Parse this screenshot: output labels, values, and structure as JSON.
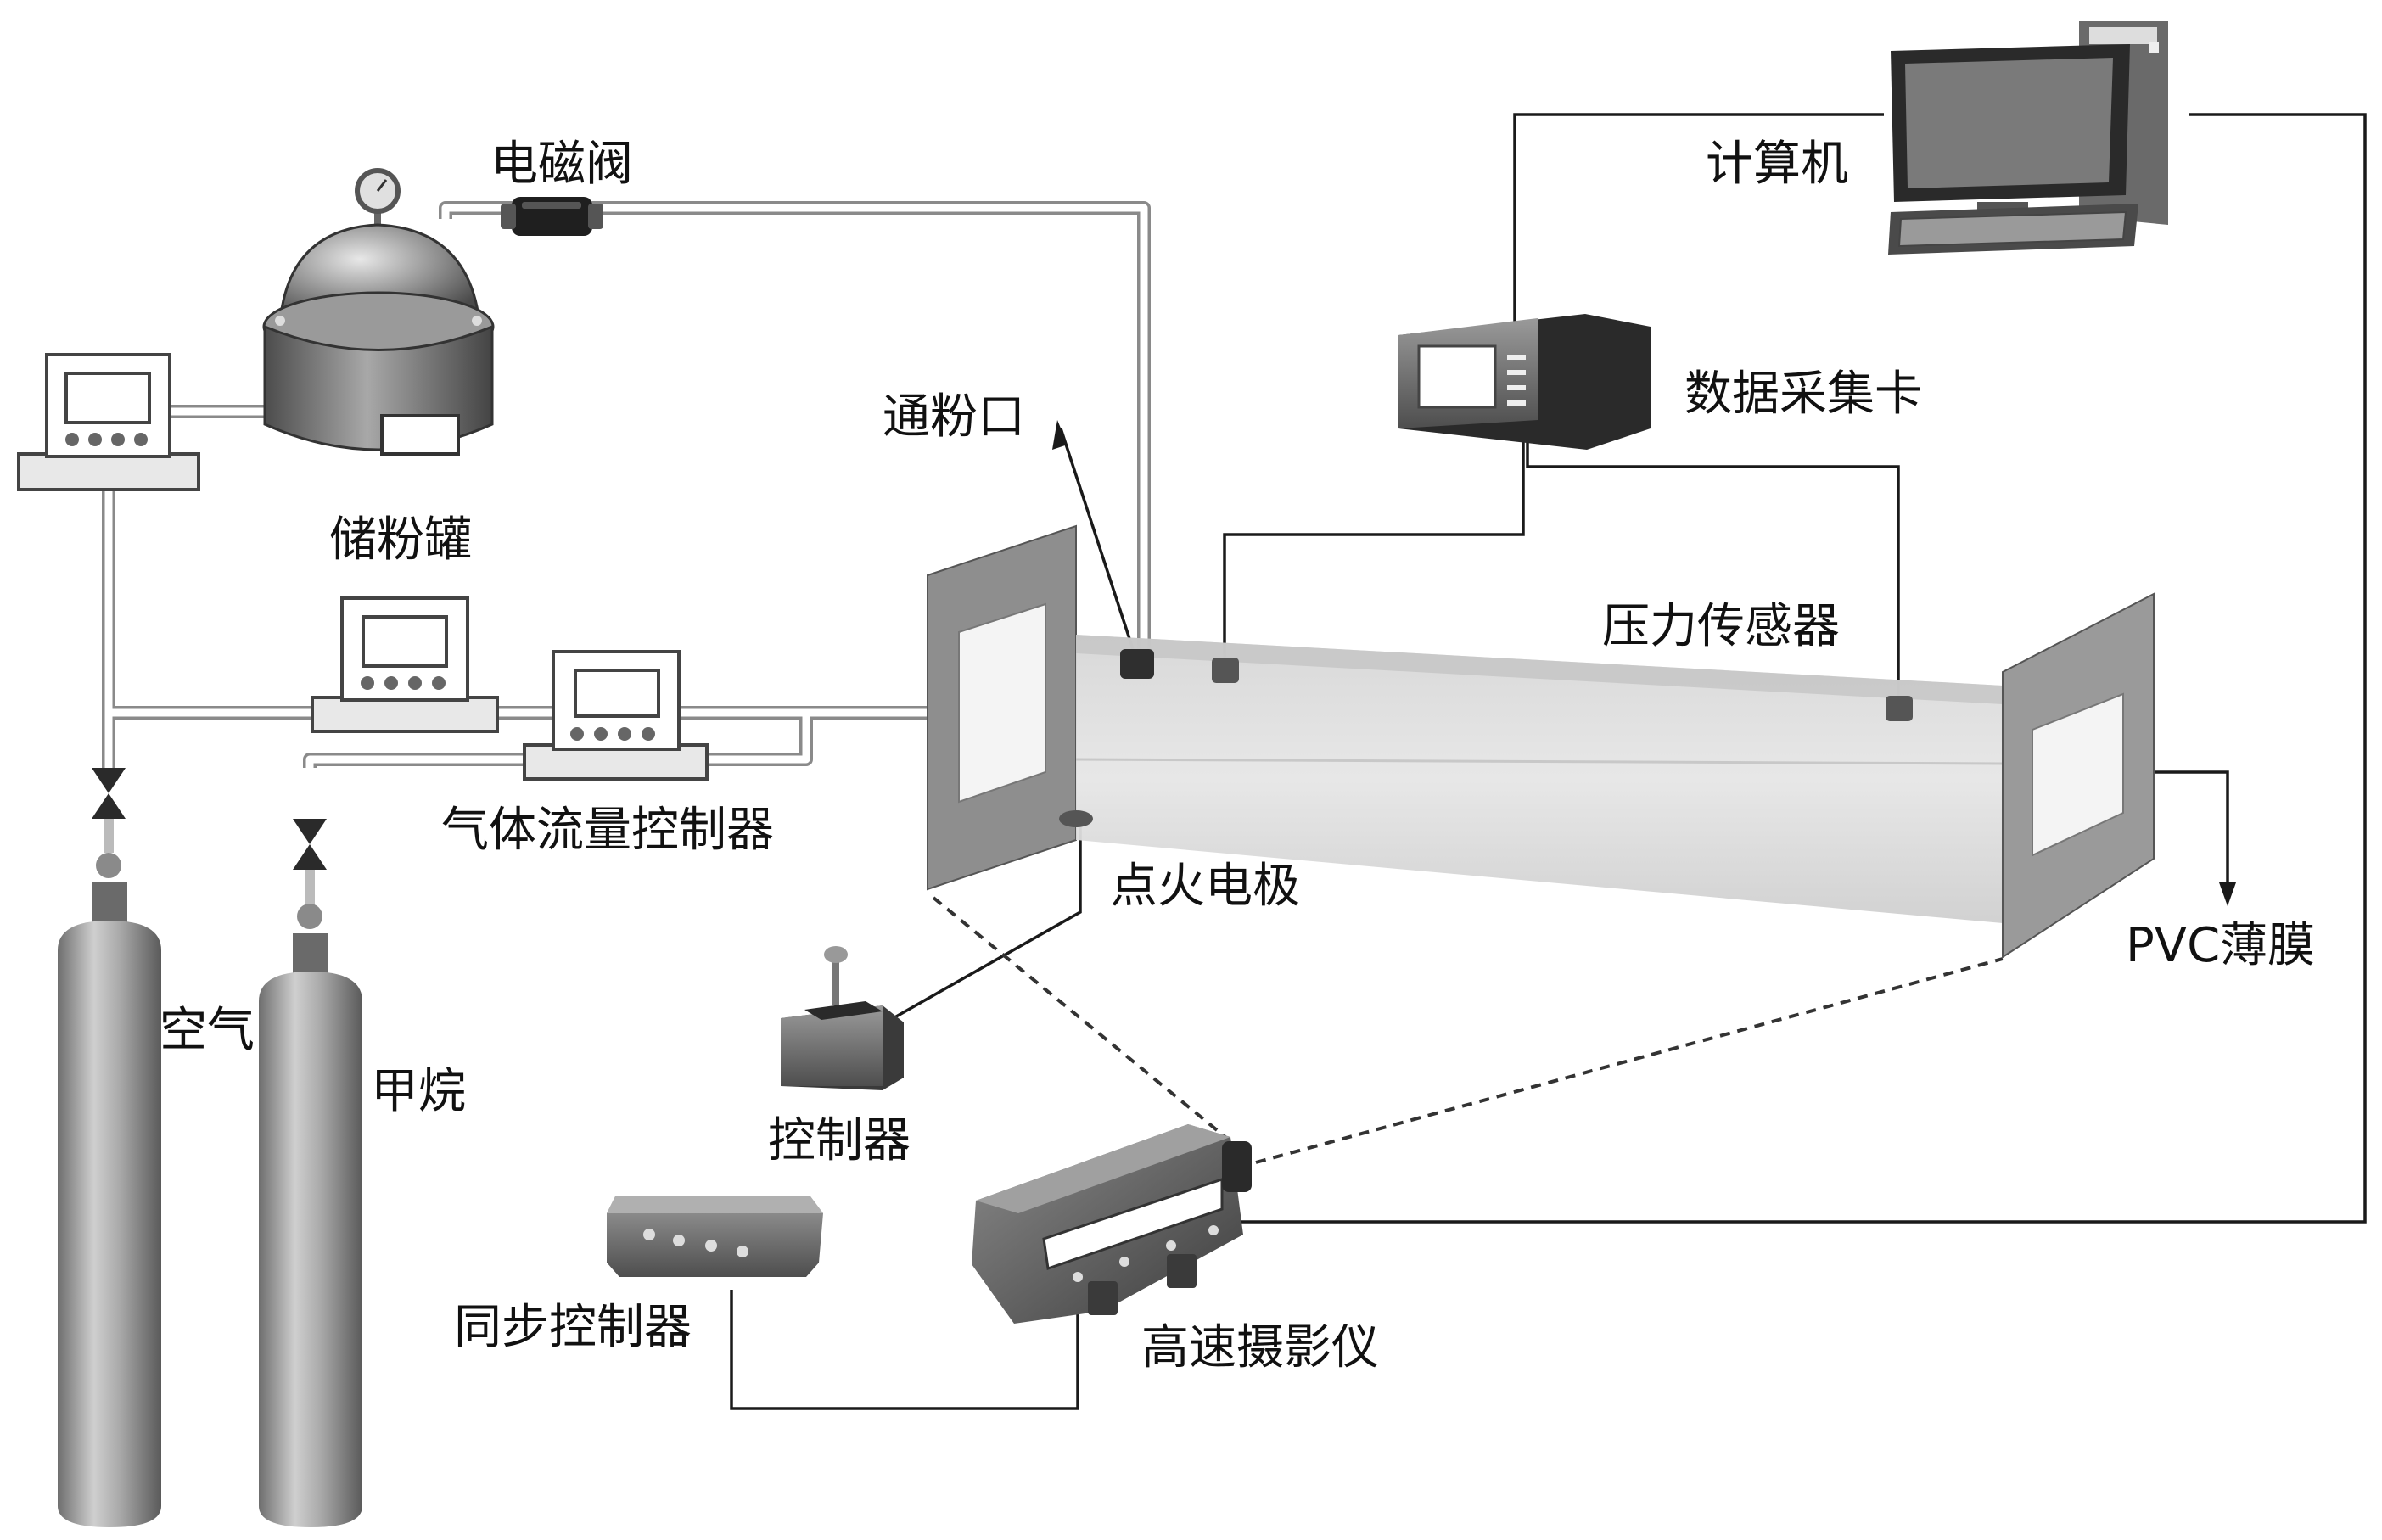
{
  "labels": {
    "solenoid_valve": "电磁阀",
    "powder_tank": "储粉罐",
    "powder_port": "通粉口",
    "computer": "计算机",
    "daq_card": "数据采集卡",
    "pressure_sensor": "压力传感器",
    "gas_flow_controller": "气体流量控制器",
    "ignition_electrode": "点火电极",
    "pvc_film": "PVC薄膜",
    "air": "空气",
    "methane": "甲烷",
    "controller": "控制器",
    "sync_controller": "同步控制器",
    "high_speed_camera": "高速摄影仪"
  },
  "colors": {
    "line": "#1a1a1a",
    "pipe_fill": "#ffffff",
    "pipe_stroke": "#8a8a8a",
    "device_dark": "#4a4a4a",
    "device_mid": "#8c8c8c",
    "device_light": "#d4d4d4",
    "chamber": "#dadada"
  }
}
